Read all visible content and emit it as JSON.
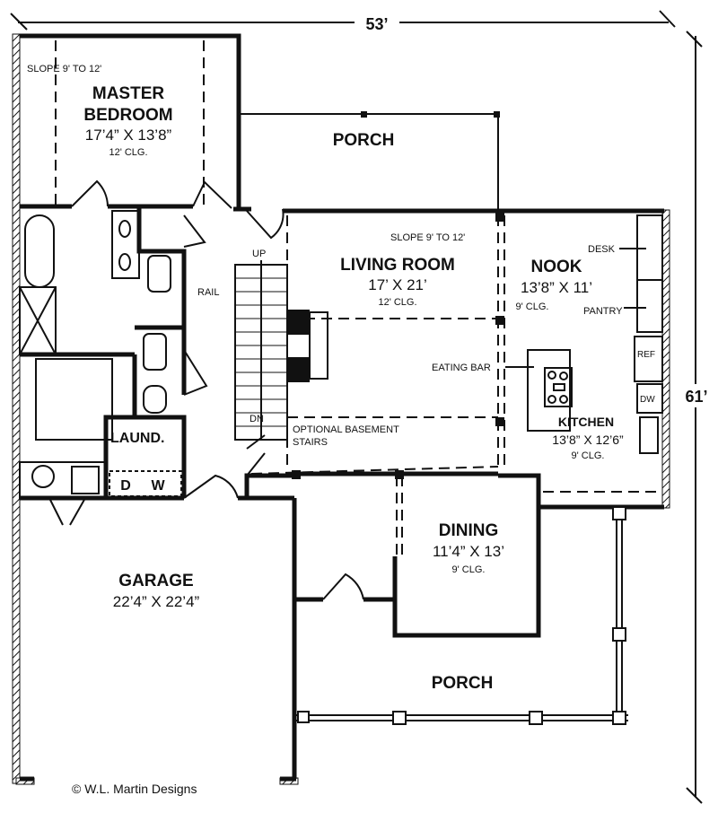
{
  "dimensions": {
    "width": "53’",
    "depth": "61’"
  },
  "rooms": {
    "master_bedroom": {
      "name_line1": "MASTER",
      "name_line2": "BEDROOM",
      "size": "17’4” X 13’8”",
      "ceiling": "12' CLG.",
      "slope": "SLOPE 9' TO 12'"
    },
    "porch_rear": {
      "name": "PORCH"
    },
    "living_room": {
      "name": "LIVING ROOM",
      "size": "17’ X 21’",
      "ceiling": "12' CLG.",
      "slope": "SLOPE 9' TO 12'"
    },
    "nook": {
      "name": "NOOK",
      "size": "13’8” X 11’",
      "ceiling": "9' CLG."
    },
    "kitchen": {
      "name": "KITCHEN",
      "size": "13’8” X 12’6”",
      "ceiling": "9' CLG."
    },
    "dining": {
      "name": "DINING",
      "size": "11’4” X 13’",
      "ceiling": "9' CLG."
    },
    "garage": {
      "name": "GARAGE",
      "size": "22’4” X 22’4”"
    },
    "laundry": {
      "name": "LAUND.",
      "dryer": "D",
      "washer": "W"
    },
    "porch_front": {
      "name": "PORCH"
    }
  },
  "notes": {
    "desk": "DESK",
    "pantry": "PANTRY",
    "ref": "REF",
    "dw": "DW",
    "eating_bar": "EATING BAR",
    "rail": "RAIL",
    "up": "UP",
    "dn": "DN",
    "basement_line1": "OPTIONAL BASEMENT",
    "basement_line2": "STAIRS"
  },
  "copyright": "© W.L. Martin Designs"
}
